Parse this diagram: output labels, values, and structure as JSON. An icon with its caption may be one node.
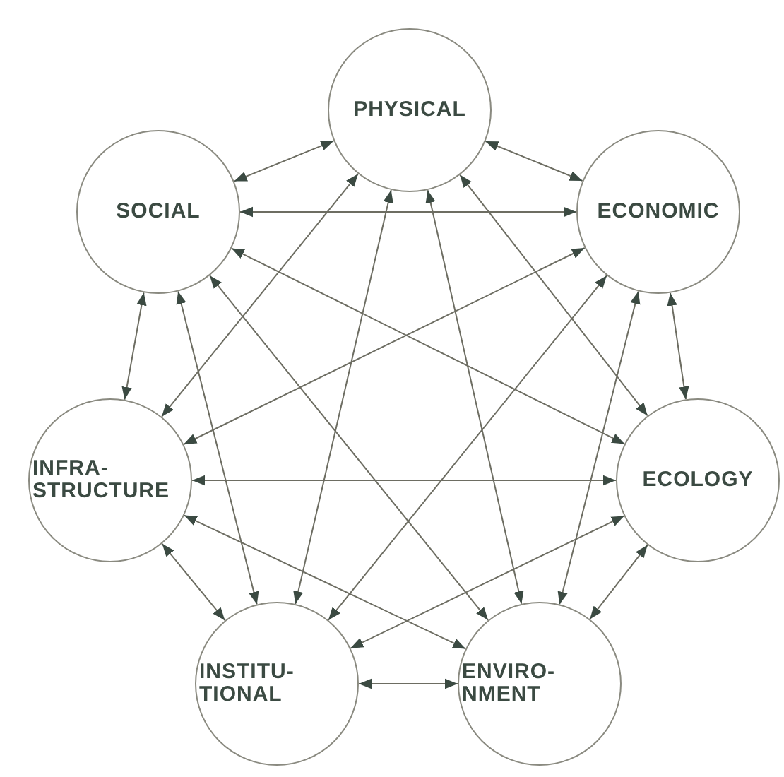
{
  "diagram": {
    "nodes": [
      {
        "text": [
          "PHYSICAL"
        ]
      },
      {
        "text": [
          "SOCIAL"
        ]
      },
      {
        "text": [
          "ECONOMIC"
        ]
      },
      {
        "text": [
          "INFRA- STRUCTURE"
        ]
      },
      {
        "text": [
          "ECOLOGY"
        ]
      },
      {
        "text": [
          "INSTITU- TIONAL"
        ]
      },
      {
        "text": [
          "ENVIRO- NMENT"
        ]
      }
    ],
    "edges": [
      {
        "from": 0,
        "to": 1,
        "arrow": "both"
      },
      {
        "from": 0,
        "to": 2,
        "arrow": "both"
      },
      {
        "from": 0,
        "to": 3,
        "arrow": "both"
      },
      {
        "from": 0,
        "to": 4,
        "arrow": "both"
      },
      {
        "from": 0,
        "to": 5,
        "arrow": "both"
      },
      {
        "from": 0,
        "to": 6,
        "arrow": "both"
      },
      {
        "from": 1,
        "to": 2,
        "arrow": "both"
      },
      {
        "from": 1,
        "to": 3,
        "arrow": "both"
      },
      {
        "from": 1,
        "to": 4,
        "arrow": "both"
      },
      {
        "from": 1,
        "to": 5,
        "arrow": "both"
      },
      {
        "from": 1,
        "to": 6,
        "arrow": "both"
      },
      {
        "from": 2,
        "to": 3,
        "arrow": "both"
      },
      {
        "from": 2,
        "to": 4,
        "arrow": "both"
      },
      {
        "from": 2,
        "to": 5,
        "arrow": "both"
      },
      {
        "from": 2,
        "to": 6,
        "arrow": "both"
      },
      {
        "from": 3,
        "to": 4,
        "arrow": "both"
      },
      {
        "from": 3,
        "to": 5,
        "arrow": "both"
      },
      {
        "from": 3,
        "to": 6,
        "arrow": "both"
      },
      {
        "from": 4,
        "to": 5,
        "arrow": "both"
      },
      {
        "from": 4,
        "to": 6,
        "arrow": "both"
      },
      {
        "from": 5,
        "to": 6,
        "arrow": "both"
      }
    ]
  }
}
